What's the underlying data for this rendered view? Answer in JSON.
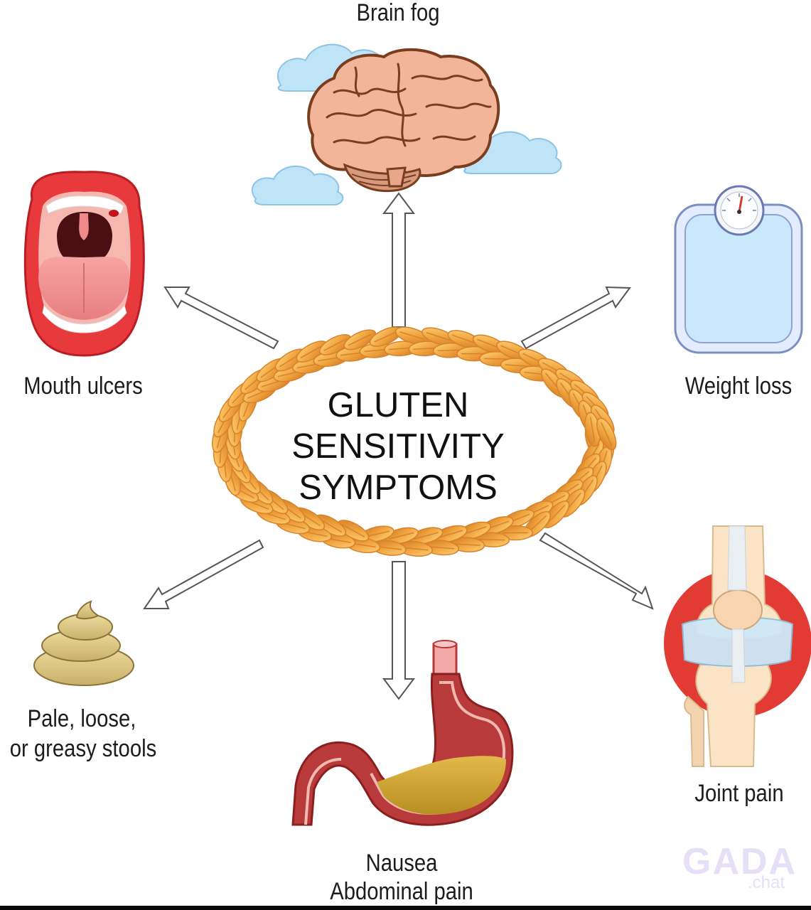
{
  "title_lines": [
    "GLUTEN",
    "SENSITIVITY",
    "SYMPTOMS"
  ],
  "symptoms": {
    "brain_fog": "Brain fog",
    "mouth_ulcers": "Mouth ulcers",
    "weight_loss": "Weight loss",
    "stools_line1": "Pale, loose,",
    "stools_line2": "or greasy stools",
    "nausea": "Nausea",
    "abdominal_pain": "Abdominal pain",
    "joint_pain": "Joint pain"
  },
  "watermark": {
    "logo": "GADA",
    "sub": ".chat"
  },
  "colors": {
    "grain": "#f0a640",
    "grain_dark": "#d9822b",
    "cloud": "#bfe3f7",
    "brain": "#f2b59a",
    "lips": "#e8393d",
    "scale": "#c9e8fb",
    "stomach": "#b83a3a",
    "knee_circle": "#e23b34"
  },
  "icons": [
    "brain-icon",
    "mouth-icon",
    "scale-icon",
    "stool-icon",
    "stomach-icon",
    "knee-icon",
    "wheat-grain-ring"
  ]
}
